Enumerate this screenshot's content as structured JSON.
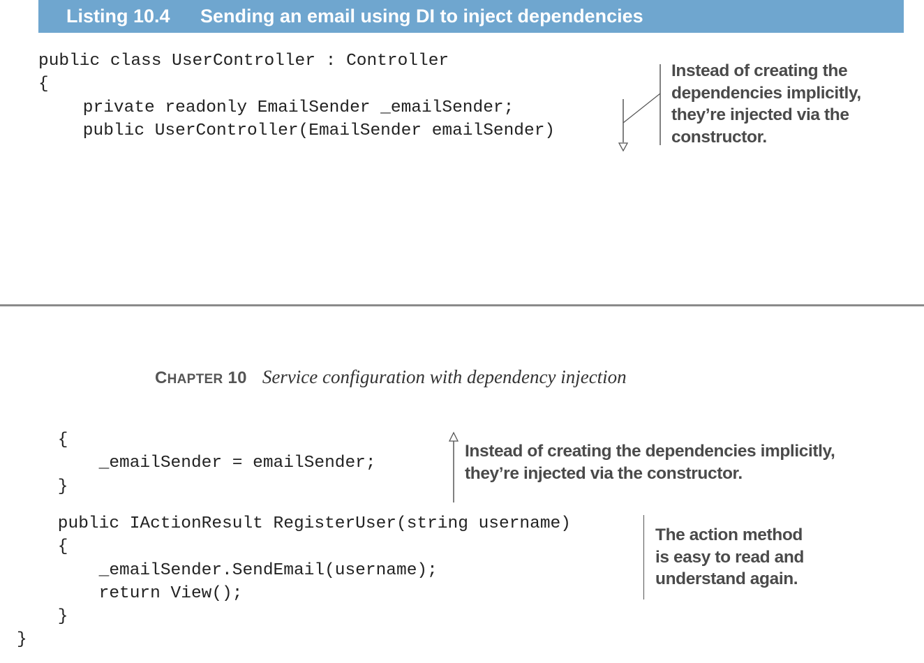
{
  "listing": {
    "number": "Listing 10.4",
    "title": "Sending an email using DI to inject dependencies"
  },
  "code_top": {
    "lines": [
      "public class UserController : Controller",
      "{",
      "    private readonly EmailSender _emailSender;",
      "    public UserController(EmailSender emailSender)"
    ]
  },
  "annotation_top": {
    "lines": [
      "Instead of creating the",
      "dependencies implicitly,",
      "they’re injected via the",
      "constructor."
    ]
  },
  "running_head": {
    "chapter_first_letter": "C",
    "chapter_rest": "HAPTER",
    "chapter_number": "10",
    "title": "Service configuration with dependency injection"
  },
  "code_bottom_a": {
    "lines": [
      "    {",
      "        _emailSender = emailSender;",
      "    }"
    ]
  },
  "annotation_mid": {
    "lines": [
      "Instead of creating the dependencies implicitly,",
      "they’re injected via the constructor."
    ]
  },
  "code_bottom_b": {
    "lines": [
      "    public IActionResult RegisterUser(string username)",
      "    {",
      "        _emailSender.SendEmail(username);",
      "        return View();",
      "    }",
      "}"
    ]
  },
  "annotation_bottom": {
    "lines": [
      "The action method",
      "is easy to read and",
      "understand again."
    ]
  },
  "colors": {
    "header_bg": "#6fa6cf",
    "header_text": "#ffffff",
    "annotation_text": "#4a4a4a",
    "code_text": "#222222"
  }
}
